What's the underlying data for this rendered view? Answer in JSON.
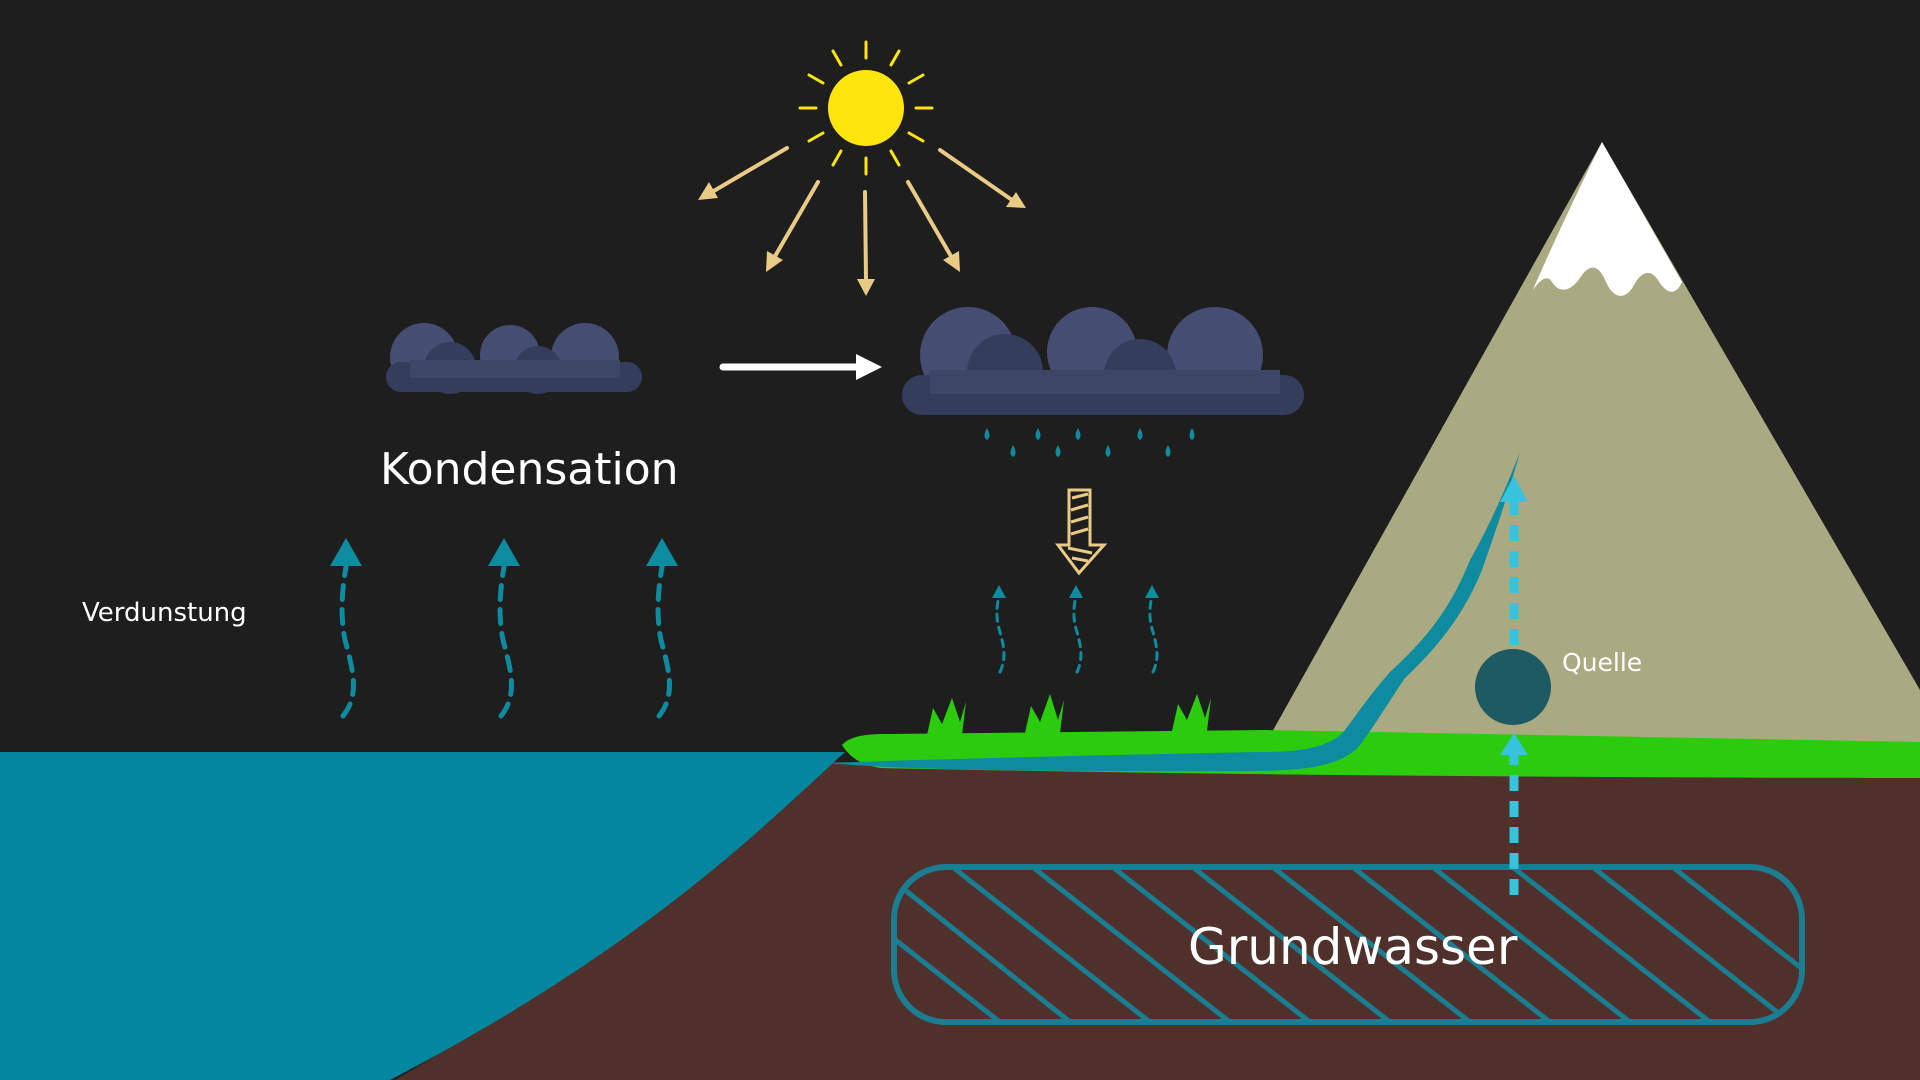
{
  "labels": {
    "kondensation": "Kondensation",
    "verdunstung": "Verdunstung",
    "quelle": "Quelle",
    "grundwasser": "Grundwasser"
  },
  "colors": {
    "background": "#1e1e1e",
    "sea": "#05869f",
    "earth": "#4f302b",
    "grass": "#2bcc0e",
    "mountain": "#a9aa81",
    "snow": "#ffffff",
    "sun": "#fde50d",
    "sun_rays": "#e9cb85",
    "cloud_dark": "#353d5d",
    "cloud_light": "#454e72",
    "water_dark": "#0f8ba0",
    "water_light": "#38c3dc",
    "spring": "#1d5a63",
    "aquifer_outline": "#1b7d92"
  },
  "icons": [
    "sun-icon",
    "cloud-icon",
    "raindrop-icon",
    "grass-icon",
    "mountain-icon",
    "arrow-icon"
  ]
}
